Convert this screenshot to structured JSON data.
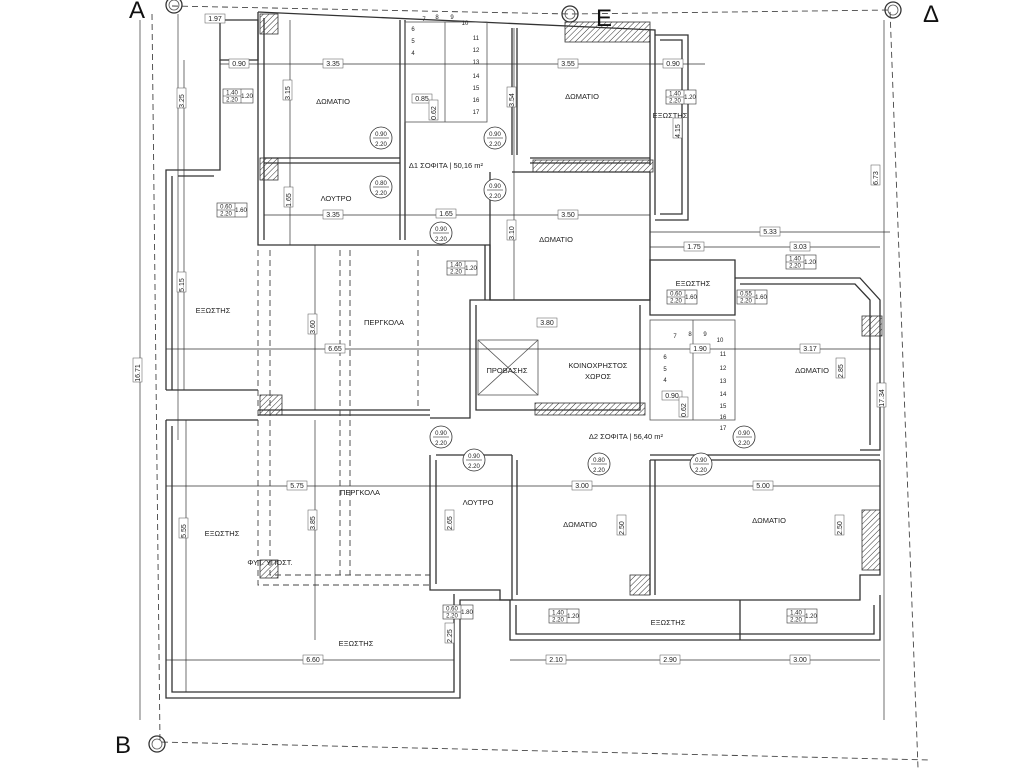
{
  "grid_labels": [
    "A",
    "E",
    "Δ",
    "B"
  ],
  "rooms": [
    "ΔΩΜΑΤΙΟ",
    "ΔΩΜΑΤΙΟ",
    "ΕΞΩΣΤΗΣ",
    "ΛΟΥΤΡΟ",
    "ΔΩΜΑΤΙΟ",
    "Δ1 ΣΟΦΙΤΑ | 50,16 m²",
    "ΕΞΩΣΤΗΣ",
    "ΠΕΡΓΚΟΛΑ",
    "ΕΞΩΣΤΗΣ",
    "ΠΡΟΒΑΣΗΣ",
    "ΚΟΙΝΟΧΡΗΣΤΟΣ",
    "ΧΩΡΟΣ",
    "ΔΩΜΑΤΙΟ",
    "Δ2 ΣΟΦΙΤΑ | 56,40 m²",
    "ΛΟΥΤΡΟ",
    "ΔΩΜΑΤΙΟ",
    "ΔΩΜΑΤΙΟ",
    "ΠΕΡΓΚΟΛΑ",
    "ΕΞΩΣΤΗΣ",
    "ΦΥΤ. ΥΠΟΣΤ.",
    "ΕΞΩΣΤΗΣ",
    "ΕΞΩΣΤΗΣ"
  ],
  "dimensions": [
    "1.97",
    "0.90",
    "3.35",
    "3.55",
    "0.90",
    "3.25",
    "3.15",
    "3.54",
    "4.15",
    "6.73",
    "1.65",
    "3.35",
    "1.65",
    "3.50",
    "3.10",
    "5.33",
    "1.75",
    "3.03",
    "5.15",
    "3.60",
    "3.80",
    "6.65",
    "3.17",
    "2.85",
    "16.71",
    "17.34",
    "0.90",
    "5.75",
    "3.00",
    "5.00",
    "5.55",
    "3.85",
    "2.65",
    "2.50",
    "2.50",
    "2.25",
    "6.60",
    "2.10",
    "2.90",
    "3.00",
    "0.85",
    "0.62",
    "1.90",
    "0.62"
  ],
  "doors": [
    {
      "w": "0.90",
      "h": "2.20"
    },
    {
      "w": "0.90",
      "h": "2.20"
    },
    {
      "w": "0.80",
      "h": "2.20"
    },
    {
      "w": "0.90",
      "h": "2.20"
    },
    {
      "w": "0.90",
      "h": "2.20"
    },
    {
      "w": "0.90",
      "h": "2.20"
    },
    {
      "w": "0.90",
      "h": "2.20"
    },
    {
      "w": "0.80",
      "h": "2.20"
    },
    {
      "w": "0.90",
      "h": "2.20"
    },
    {
      "w": "0.90",
      "h": "2.20"
    }
  ],
  "windows": [
    {
      "w": "1.40",
      "h": "2.20",
      "sill": "1.20"
    },
    {
      "w": "1.40",
      "h": "2.20",
      "sill": "1.20"
    },
    {
      "w": "0.60",
      "h": "2.20",
      "sill": "1.60"
    },
    {
      "w": "1.40",
      "h": "2.20",
      "sill": "1.20"
    },
    {
      "w": "1.40",
      "h": "2.20",
      "sill": "1.20"
    },
    {
      "w": "0.60",
      "h": "2.20",
      "sill": "1.60"
    },
    {
      "w": "0.55",
      "h": "2.20",
      "sill": "1.60"
    },
    {
      "w": "0.60",
      "h": "2.20",
      "sill": "1.80"
    },
    {
      "w": "1.40",
      "h": "2.20",
      "sill": "1.20"
    },
    {
      "w": "1.40",
      "h": "2.20",
      "sill": "1.20"
    }
  ],
  "stairs_1": [
    "4",
    "5",
    "6",
    "7",
    "8",
    "9",
    "10",
    "11",
    "12",
    "13",
    "14",
    "15",
    "16",
    "17"
  ],
  "stairs_2": [
    "4",
    "5",
    "6",
    "7",
    "8",
    "9",
    "10",
    "11",
    "12",
    "13",
    "14",
    "15",
    "16",
    "17"
  ]
}
